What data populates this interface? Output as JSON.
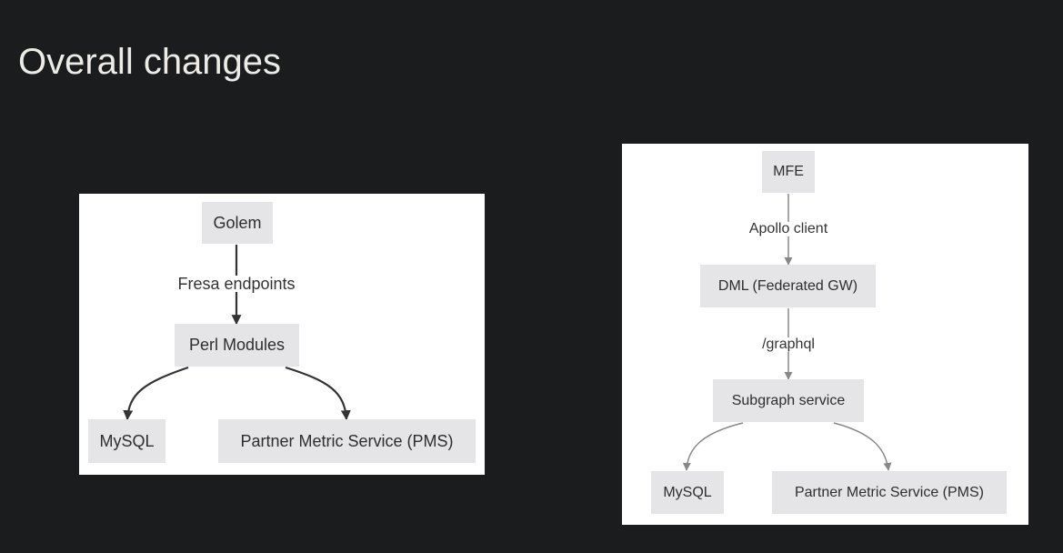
{
  "slide": {
    "title": "Overall changes"
  },
  "diagram_left": {
    "nodes": {
      "golem": "Golem",
      "perl": "Perl Modules",
      "mysql": "MySQL",
      "pms": "Partner Metric Service (PMS)"
    },
    "edge_labels": {
      "golem_perl": "Fresa endpoints"
    }
  },
  "diagram_right": {
    "nodes": {
      "mfe": "MFE",
      "dml": "DML (Federated GW)",
      "subgraph": "Subgraph service",
      "mysql": "MySQL",
      "pms": "Partner Metric Service (PMS)"
    },
    "edge_labels": {
      "mfe_dml": "Apollo client",
      "dml_subgraph": "/graphql"
    }
  },
  "colors": {
    "background": "#1b1c1e",
    "title": "#ecebe6",
    "node_fill": "#e5e5e8",
    "edge_left": "#333333",
    "edge_right": "#888888"
  }
}
